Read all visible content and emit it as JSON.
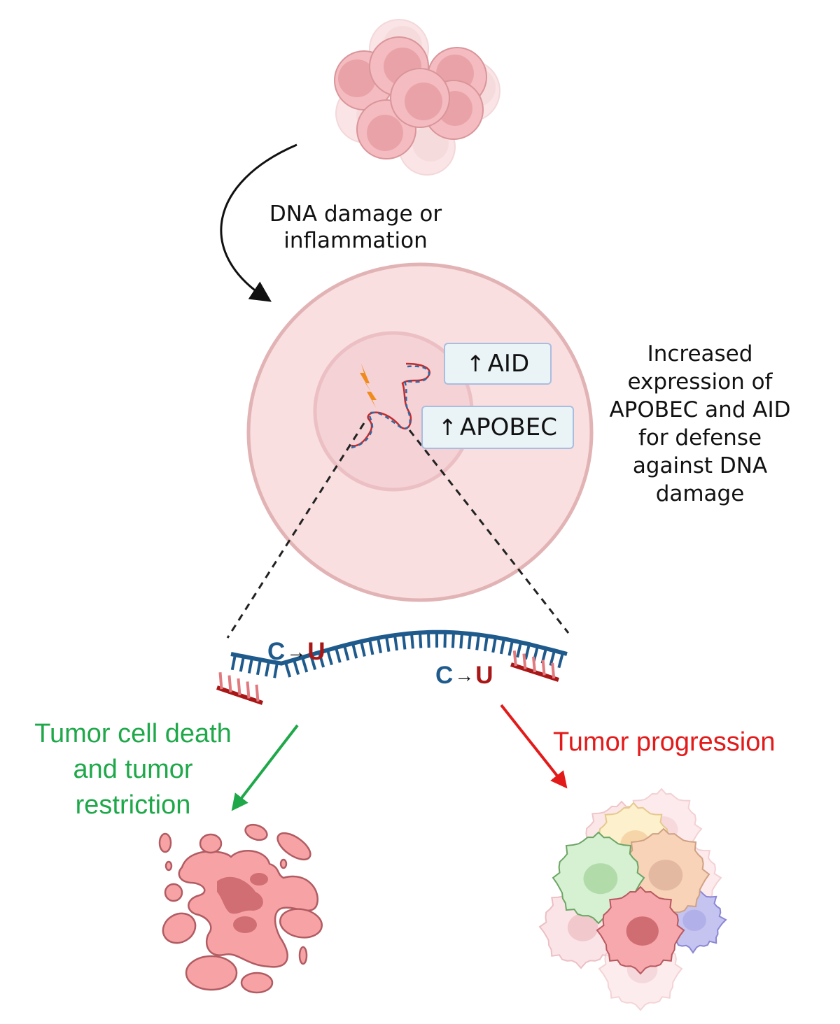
{
  "labels": {
    "trigger": [
      "DNA damage or",
      "inflammation"
    ],
    "explanation": [
      "Increased",
      "expression of",
      "APOBEC and AID",
      "for defense",
      "against DNA",
      "damage"
    ],
    "enzyme_boxes": [
      {
        "arrow": "↑",
        "name": "AID"
      },
      {
        "arrow": "↑",
        "name": "APOBEC"
      }
    ],
    "mutations": [
      {
        "from": "C",
        "arrow": "→",
        "to": "U"
      },
      {
        "from": "C",
        "arrow": "→",
        "to": "U"
      }
    ],
    "outcome_left": [
      "Tumor cell death",
      "and tumor",
      "restriction"
    ],
    "outcome_right": "Tumor progression"
  },
  "icons": {
    "top": "normal-cell-cluster-icon",
    "center": "cell-with-nucleus-icon",
    "damage": "lightning-bolt-icon",
    "dna": "dna-double-helix-icon",
    "strand": "dna-strand-icon",
    "bottom_left": "dying-tumor-cell-icon",
    "bottom_right": "tumor-cell-cluster-icon"
  },
  "colors": {
    "cell_fill": "#f9dfe0",
    "cell_stroke": "#e2b3b5",
    "nucleus_fill": "#f4cfd2",
    "dna_blue": "#1f5a8c",
    "dna_red": "#a81616",
    "bolt": "#f08c1e",
    "positive_outcome": "#1fa84a",
    "negative_outcome": "#e31a1a",
    "box_fill": "#eaf4f6",
    "box_border": "#a9bde0"
  }
}
